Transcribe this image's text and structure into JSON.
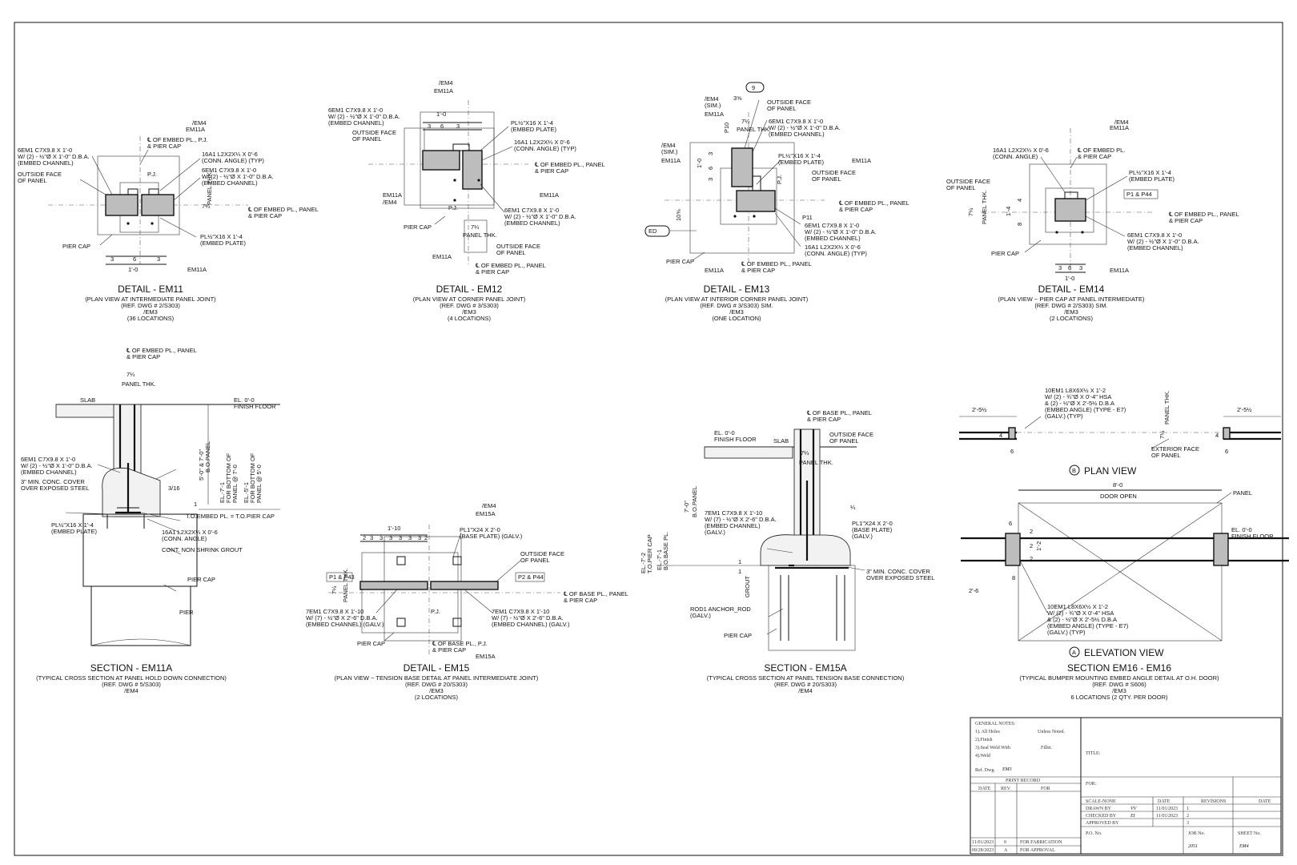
{
  "details": [
    {
      "id": "em11",
      "title": "DETAIL - EM11",
      "lines": [
        "(PLAN VIEW AT INTERMEDIATE PANEL JOINT)",
        "(REF. DWG # 2/S303)",
        "/EM3",
        "(36 LOCATIONS)"
      ],
      "notes": [
        "6EM1 C7X9.8 X 1'-0",
        "W/ (2) - ½\"Ø X 1'-0\" D.B.A.",
        "(EMBED CHANNEL)",
        "OUTSIDE FACE",
        "OF PANEL",
        "PIER CAP",
        "℄ OF EMBED PL., P.J.",
        "& PIER CAP",
        "16A1 L2X2X¼ X 0'-6",
        "(CONN. ANGLE) (TYP)",
        "6EM1 C7X9.8 X 1'-0",
        "W/ (2) - ½\"Ø X 1'-0\" D.B.A.",
        "(EMBED CHANNEL)",
        "℄ OF EMBED PL., PANEL",
        "& PIER CAP",
        "PL½\"X16 X 1'-4",
        "(EMBED PLATE)",
        "EM11A",
        "/EM4",
        "P.J.",
        "7¼",
        "PANEL THK.",
        "3",
        "6",
        "3",
        "1'-0"
      ]
    },
    {
      "id": "em12",
      "title": "DETAIL - EM12",
      "lines": [
        "(PLAN VIEW AT CORNER PANEL JOINT)",
        "(REF. DWG # 3/S303)",
        "/EM3",
        "(4 LOCATIONS)"
      ],
      "notes": [
        "6EM1 C7X9.8 X 1'-0",
        "W/ (2) - ½\"Ø X 1'-0\" D.B.A.",
        "(EMBED CHANNEL)",
        "OUTSIDE FACE",
        "OF PANEL",
        "PL½\"X16 X 1'-4",
        "(EMBED PLATE)",
        "16A1 L2X2X¼ X 0'-6",
        "(CONN. ANGLE) (TYP)",
        "℄ OF EMBED PL., PANEL",
        "& PIER CAP",
        "EM11A",
        "/EM4",
        "PIER CAP",
        "6EM1 C7X9.8 X 1'-0",
        "W/ (2) - ½\"Ø X 1'-0\" D.B.A.",
        "(EMBED CHANNEL)",
        "OUTSIDE FACE",
        "OF PANEL",
        "℄ OF EMBED PL., PANEL",
        "& PIER CAP",
        "1'-0",
        "3",
        "6",
        "3",
        "7¼",
        "PANEL THK.",
        "P.J."
      ]
    },
    {
      "id": "em13",
      "title": "DETAIL - EM13",
      "lines": [
        "(PLAN VIEW AT INTERIOR CORNER PANEL JOINT)",
        "(REF. DWG # 3/S303) SIM.",
        "/EM3",
        "(ONE LOCATION)"
      ],
      "notes": [
        "/EM4",
        "(SIM.)",
        "EM11A",
        "OUTSIDE FACE",
        "OF PANEL",
        "6EM1 C7X9.8 X 1'-0",
        "W/ (2) - ½\"Ø X 1'-0\" D.B.A.",
        "(EMBED CHANNEL)",
        "PL½\"X16 X 1'-4",
        "(EMBED PLATE)",
        "OUTSIDE FACE",
        "OF PANEL",
        "℄ OF EMBED PL., PANEL",
        "& PIER CAP",
        "6EM1 C7X9.8 X 1'-0",
        "W/ (2) - ½\"Ø X 1'-0\" D.B.A.",
        "(EMBED CHANNEL)",
        "16A1 L2X2X¼ X 0'-6",
        "(CONN. ANGLE) (TYP)",
        "PIER CAP",
        "℄ OF EMBED PL., PANEL",
        "& PIER CAP",
        "9",
        "ED",
        "P10",
        "P11",
        "3⅝",
        "7¼",
        "PANEL THK.",
        "P.J.",
        "1'-0",
        "10⅝",
        "3",
        "6",
        "3"
      ]
    },
    {
      "id": "em14",
      "title": "DETAIL - EM14",
      "lines": [
        "(PLAN VIEW ~ PIER CAP AT PANEL INTERMEDIATE)",
        "(REF. DWG # 2/S303) SIM.",
        "/EM3",
        "(2 LOCATIONS)"
      ],
      "notes": [
        "16A1 L2X2X¼ X 0'-6",
        "(CONN. ANGLE)",
        "℄ OF EMBED PL.",
        "& PIER CAP",
        "PL½\"X16 X 1'-4",
        "(EMBED PLATE)",
        "P1 & P44",
        "OUTSIDE FACE",
        "OF PANEL",
        "℄ OF EMBED PL., PANEL",
        "& PIER CAP",
        "6EM1 C7X9.8 X 1'-0",
        "W/ (2) - ½\"Ø X 1'-0\" D.B.A.",
        "(EMBED CHANNEL)",
        "PIER CAP",
        "EM11A",
        "/EM4",
        "7¼",
        "PANEL THK.",
        "1'-4",
        "4",
        "8",
        "3",
        "6",
        "3",
        "1'-0"
      ]
    },
    {
      "id": "em11a",
      "title": "SECTION - EM11A",
      "lines": [
        "(TYPICAL CROSS SECTION AT PANEL HOLD DOWN CONNECTION)",
        "(REF. DWG # 5/S303)",
        "/EM4"
      ],
      "notes": [
        "℄ OF EMBED PL., PANEL",
        "& PIER CAP",
        "7¼",
        "PANEL THK.",
        "SLAB",
        "EL. 0'-0",
        "FINISH FLOOR",
        "5'-0\" & 7'-0\"",
        "B.O.PANEL",
        "6EM1 C7X9.8 X 1'-0",
        "W/ (2) - ½\"Ø X 1'-0\" D.B.A.",
        "(EMBED CHANNEL)",
        "3\" MIN. CONC. COVER",
        "OVER EXPOSED STEEL",
        "EL.-7'-1",
        "FOR BOTTOM OF",
        "PANEL @ 7'-0",
        "EL.-5'-1",
        "FOR BOTTOM OF",
        "PANEL @ 5'-0",
        "T.O.EMBED PL. = T.O.PIER CAP",
        "PL½\"X16 X 1'-4",
        "(EMBED PLATE)",
        "16A1 L2X2X¼ X 0'-6",
        "(CONN. ANGLE)",
        "CONT. NON SHRINK GROUT",
        "PIER CAP",
        "PIER",
        "3/16",
        "1"
      ]
    },
    {
      "id": "em15",
      "title": "DETAIL - EM15",
      "lines": [
        "(PLAN VIEW ~ TENSION BASE DETAIL AT PANEL INTERMEDIATE JOINT)",
        "(REF. DWG # 20/S303)",
        "/EM3",
        "(2 LOCATIONS)"
      ],
      "notes": [
        "1'-10",
        "2",
        "3",
        "3",
        "3",
        "3",
        "3",
        "3",
        "2",
        "PL1\"X24 X 2'-0",
        "(BASE PLATE) (GALV.)",
        "/EM4",
        "EM15A",
        "OUTSIDE FACE",
        "OF PANEL",
        "P1 & P43",
        "P2 & P44",
        "7¼",
        "PANEL THK.",
        "℄ OF BASE PL., PANEL",
        "& PIER CAP",
        "7EM1 C7X9.8 X 1'-10",
        "W/ (7) - ½\"Ø X 2'-6\" D.B.A.",
        "(EMBED CHANNEL) (GALV.)",
        "7EM1 C7X9.8 X 1'-10",
        "W/ (7) - ½\"Ø X 2'-6\" D.B.A.",
        "(EMBED CHANNEL) (GALV.)",
        "P.J.",
        "PIER CAP",
        "℄ OF BASE PL., P.J.",
        "& PIER CAP",
        "EM15A"
      ]
    },
    {
      "id": "em15a",
      "title": "SECTION - EM15A",
      "lines": [
        "(TYPICAL CROSS SECTION AT PANEL TENSION BASE CONNECTION)",
        "(REF. DWG # 20/S303)",
        "/EM4"
      ],
      "notes": [
        "℄ OF BASE PL., PANEL",
        "& PIER CAP",
        "OUTSIDE FACE",
        "OF PANEL",
        "EL. 0'-0",
        "FINISH FLOOR",
        "SLAB",
        "7¼",
        "PANEL THK.",
        "7'-0\"",
        "B.O.PANEL",
        "7EM1 C7X9.8 X 1'-10",
        "W/ (7) - ½\"Ø X 2'-6\" D.B.A.",
        "(EMBED CHANNEL)",
        "(GALV.)",
        "PL1\"X24 X 2'-0",
        "(BASE PLATE)",
        "(GALV.)",
        "EL.-7'-2",
        "T.O.PIER CAP",
        "EL.-7'-1",
        "B.O.BASE PL.",
        "3\" MIN. CONC. COVER",
        "OVER EXPOSED STEEL",
        "ROD1 ANCHOR_ROD",
        "(GALV.)",
        "PIER CAP",
        "GROUT",
        "1",
        "1",
        "¼"
      ]
    },
    {
      "id": "em16",
      "title": "SECTION EM16 - EM16",
      "lines": [
        "(TYPICAL BUMPER MOUNTING EMBED ANGLE DETAIL AT O.H. DOOR)",
        "(REF. DWG # S606)",
        "/EM3",
        "6 LOCATIONS (2 QTY. PER DOOR)"
      ],
      "notes": [
        "10EM1 L8X6X½ X 1'-2",
        "W/ (2) - ¾\"Ø X 0'-4\" HSA",
        "& (2) - ½\"Ø X 2'-5½ D.B.A",
        "(EMBED ANGLE) (TYPE - E7)",
        "(GALV.) (TYP)",
        "2'-5½",
        "2'-5½",
        "PANEL THK.",
        "7¼",
        "EXTERIOR FACE",
        "OF PANEL",
        "4",
        "4",
        "6",
        "6",
        "B",
        "PLAN VIEW",
        "8'-0",
        "DOOR OPEN",
        "PANEL",
        "EL. 0'-0",
        "FINISH FLOOR",
        "6",
        "2",
        "2",
        "1'-2",
        "2",
        "8",
        "2'-6",
        "10EM1 L8X6X½ X 1'-2",
        "W/ (2) - ¾\"Ø X 0'-4\" HSA",
        "& (2) - ½\"Ø X 2'-5½ D.B.A",
        "(EMBED ANGLE) (TYPE - E7)",
        "(GALV.) (TYP)",
        "A",
        "ELEVATION VIEW"
      ]
    }
  ],
  "title_block": {
    "general_notes_label": "GENERAL NOTES:",
    "note1": "1). All Holes",
    "note1_suffix": "Unless Noted.",
    "note2": "2).Finish",
    "note3": "3).Seal Weld With",
    "note3_suffix": "Fillet.",
    "note4": "4).Weld",
    "ref_dwg_label": "Ref. Dwg.",
    "ref_dwg_value": "EM3",
    "print_record": "PRINT RECORD",
    "col_date": "DATE",
    "col_rev": "REV.",
    "col_for": "FOR",
    "rows": [
      {
        "date": "11/01/2023",
        "rev": "0",
        "for": "FOR FABRICATION"
      },
      {
        "date": "09/28/2023",
        "rev": "A",
        "for": "FOR APPROVAL"
      }
    ],
    "title_label": "TITLE:",
    "for_label": "FOR:",
    "scale_label": "SCALE-NONE",
    "date_label": "DATE",
    "revisions_label": "REVISIONS",
    "date2_label": "DATE",
    "drawn_by_label": "DRAWN BY",
    "drawn_by": "VV",
    "drawn_date": "11/01/2023",
    "checked_by_label": "CHECKED BY",
    "checked_by": "EI",
    "checked_date": "11/01/2023",
    "approved_by_label": "APPROVED BY",
    "rev_nums": [
      "1",
      "2",
      "3"
    ],
    "po_label": "P.O. No.",
    "job_label": "JOB No.",
    "job_no": "2051",
    "sheet_label": "SHEET No.",
    "sheet_no": "EM4"
  }
}
